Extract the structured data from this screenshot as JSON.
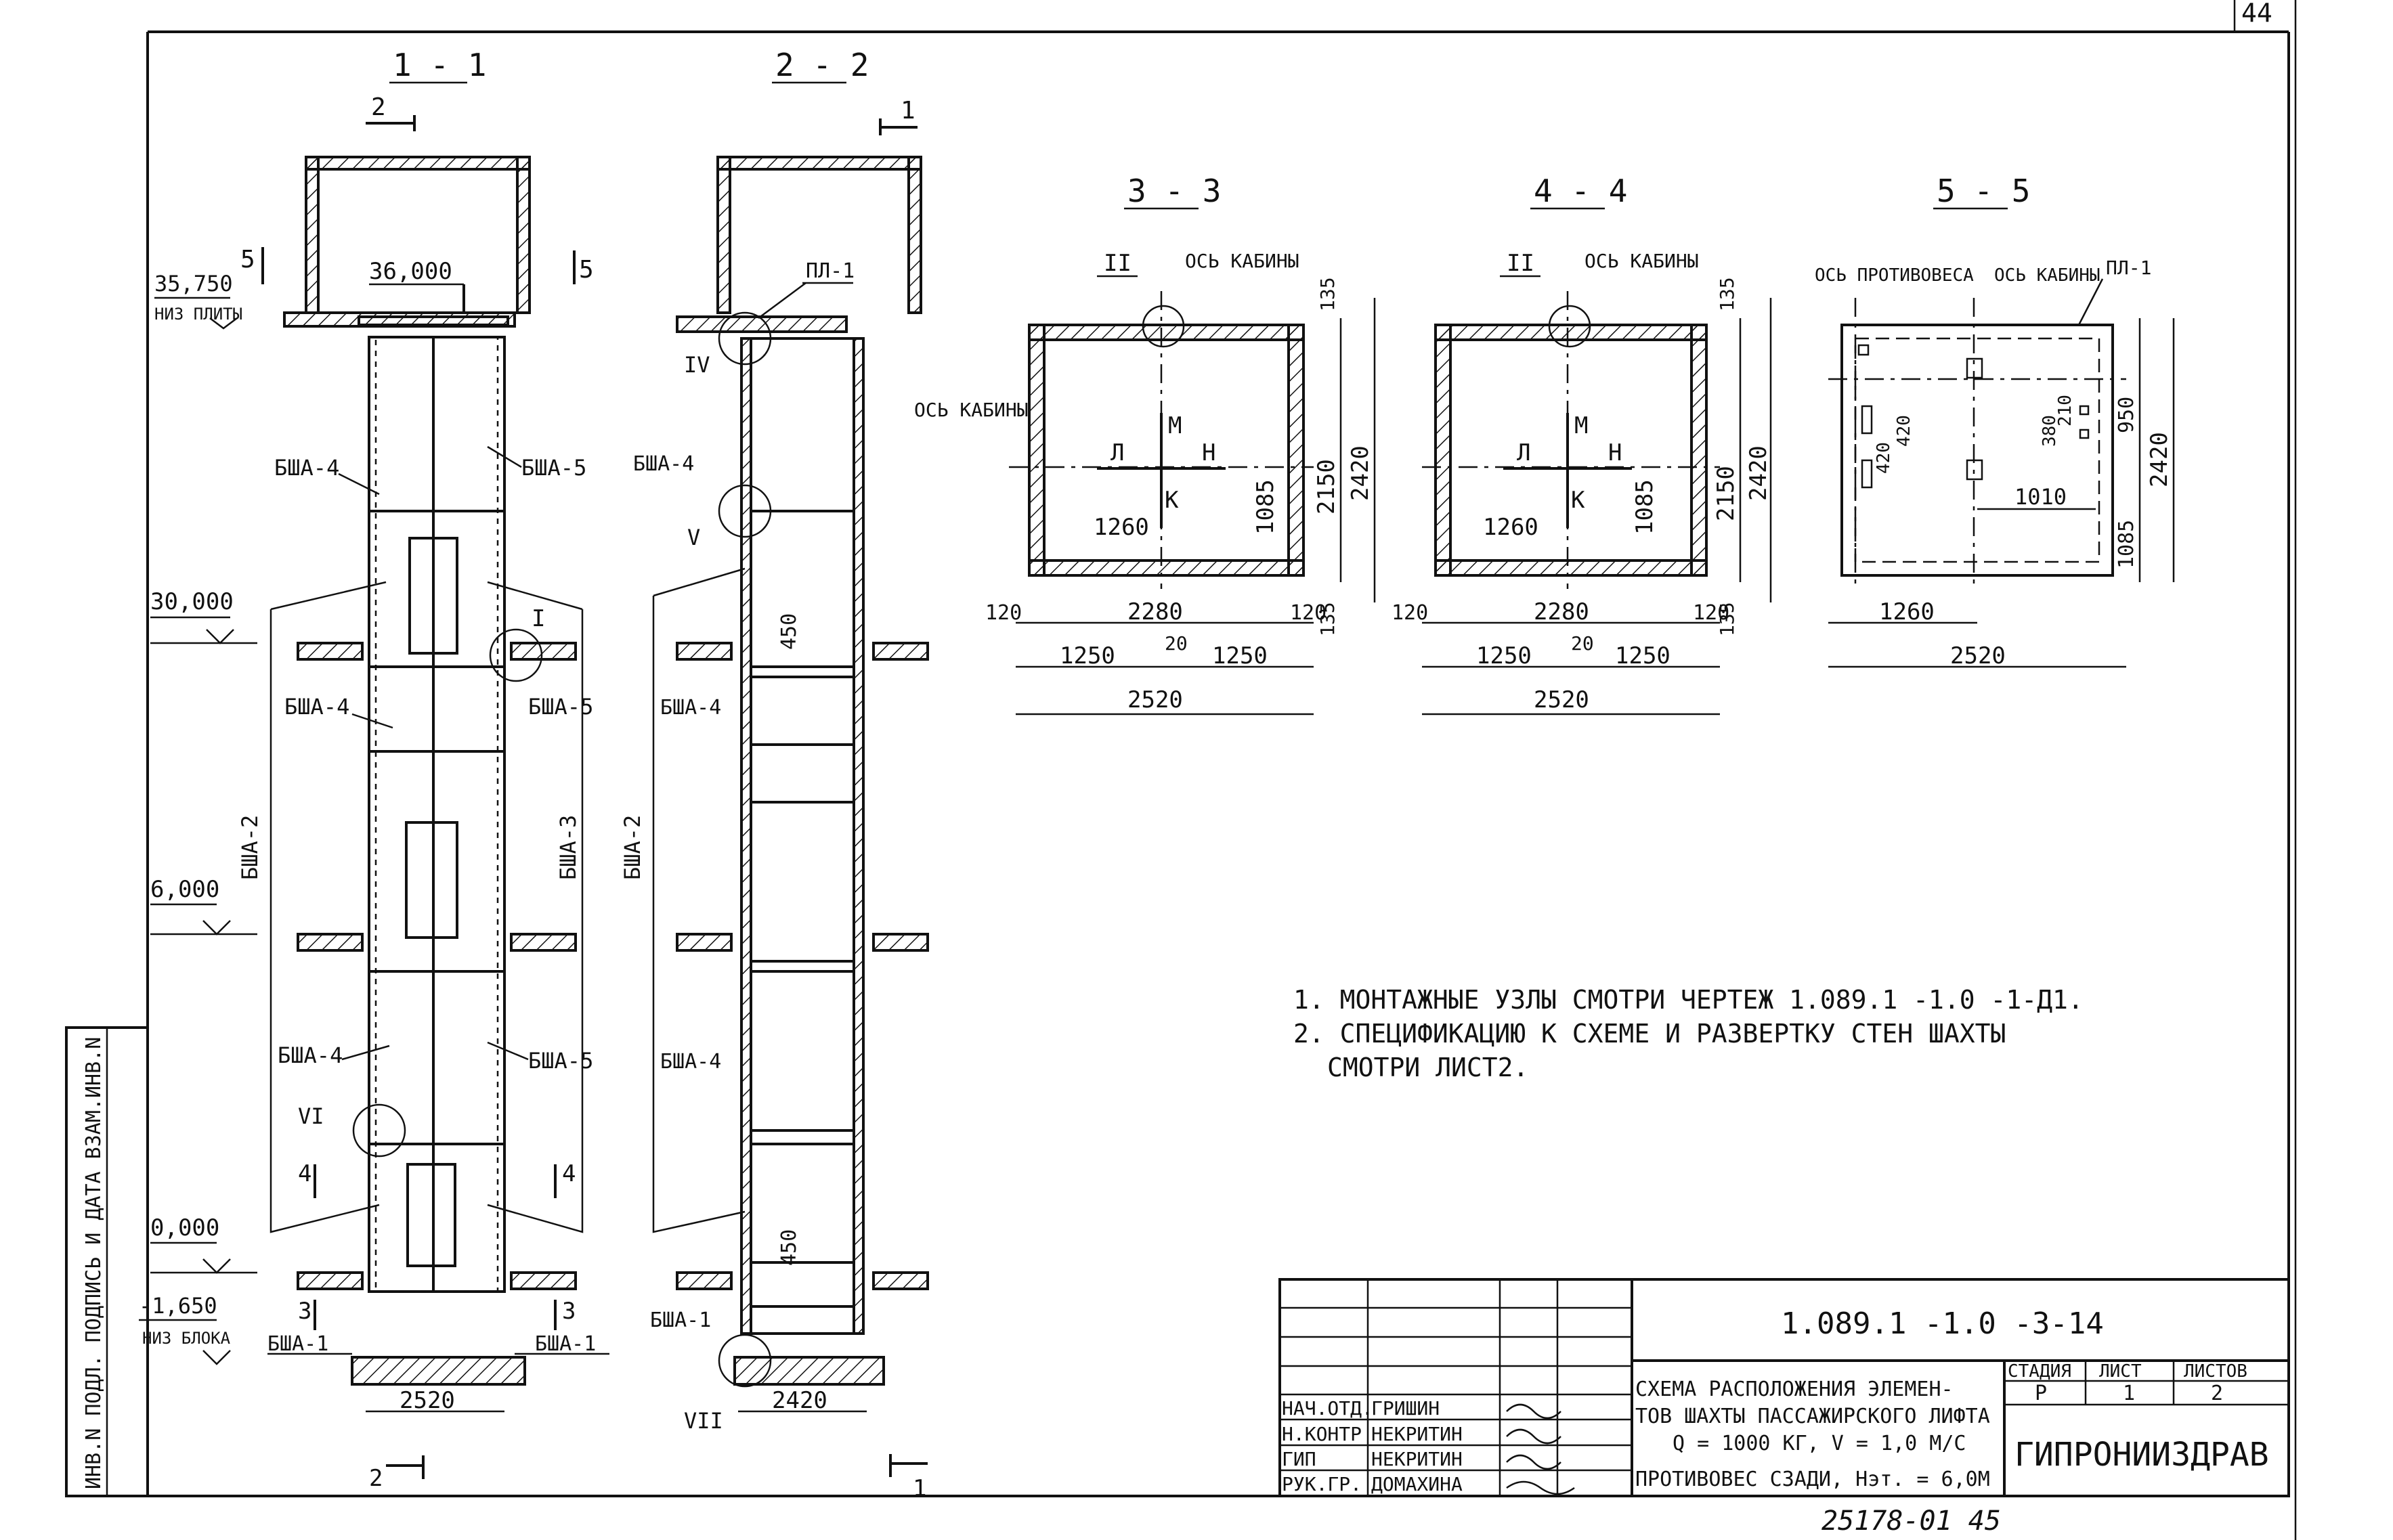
{
  "sheet": {
    "number": "44",
    "doc_code": "1.089.1 -1.0 -3-14",
    "title_lines": [
      "СХЕМА РАСПОЛОЖЕНИЯ ЭЛЕМЕН-",
      "ТОВ ШАХТЫ ПАССАЖИРСКОГО ЛИФТА",
      "Q = 1000 КГ, V = 1,0 М/С",
      "ПРОТИВОВЕС СЗАДИ, Нэт. = 6,0М"
    ],
    "stage_header": [
      "СТАДИЯ",
      "ЛИСТ",
      "ЛИСТОВ"
    ],
    "stage_values": [
      "Р",
      "1",
      "2"
    ],
    "org": "ГИПРОНИИЗДРАВ",
    "bottom_code": "25178-01  45",
    "side_stamp": "ИНВ.N ПОДЛ. ПОДПИСЬ И ДАТА ВЗАМ.ИНВ.N",
    "signatures": [
      {
        "role": "НАЧ.ОТД.",
        "name": "ГРИШИН"
      },
      {
        "role": "Н.КОНТР",
        "name": "НЕКРИТИН"
      },
      {
        "role": "ГИП",
        "name": "НЕКРИТИН"
      },
      {
        "role": "РУК.ГР.",
        "name": "ДОМАХИНА"
      }
    ]
  },
  "notes": [
    "1. МОНТАЖНЫЕ   УЗЛЫ  СМОТРИ  ЧЕРТЕЖ  1.089.1 -1.0 -1-Д1.",
    "2. СПЕЦИФИКАЦИЮ   К СХЕМЕ И РАЗВЕРТКУ СТЕН ШАХТЫ",
    "СМОТРИ ЛИСТ2."
  ],
  "sections": {
    "s11": {
      "title": "1 - 1",
      "cut_top": "2",
      "cut_bottom": "2",
      "elevations": [
        {
          "value": "35,750",
          "sub": "НИЗ ПЛИТЫ"
        },
        {
          "value": "30,000",
          "sub": ""
        },
        {
          "value": "6,000",
          "sub": ""
        },
        {
          "value": "0,000",
          "sub": ""
        },
        {
          "value": "-1,650",
          "sub": "НИЗ БЛОКА"
        }
      ],
      "top_level": "36,000",
      "labels": [
        "БША-4",
        "БША-5",
        "БША-4",
        "БША-5",
        "БША-4",
        "БША-5",
        "БША-2",
        "БША-3",
        "БША-1",
        "БША-1"
      ],
      "section_marks": [
        "5",
        "5",
        "4",
        "4",
        "3",
        "3"
      ],
      "node_marks": [
        "I",
        "VI"
      ],
      "width": "2520"
    },
    "s22": {
      "title": "2 - 2",
      "cut_top": "1",
      "cut_bottom": "1",
      "plate": "ПЛ-1",
      "labels": [
        "БША-4",
        "БША-4",
        "БША-4",
        "БША-1",
        "БША-2"
      ],
      "node_marks": [
        "IV",
        "V",
        "VII"
      ],
      "dims": [
        "450",
        "450"
      ],
      "width": "2420"
    },
    "s33": {
      "title": "3 - 3",
      "axis_top": "ОСЬ КАБИНЫ",
      "axis_left": "ОСЬ КАБИНЫ",
      "node": "II",
      "dir": [
        "Л",
        "М",
        "Н",
        "К"
      ],
      "inner": [
        "1260",
        "1085"
      ],
      "bottom": [
        "120",
        "2280",
        "120",
        "1250",
        "20",
        "1250",
        "2520"
      ],
      "right": [
        "135",
        "2150",
        "2420",
        "135"
      ]
    },
    "s44": {
      "title": "4 - 4",
      "axis_top": "ОСЬ КАБИНЫ",
      "node": "II",
      "dir": [
        "Л",
        "М",
        "Н",
        "К"
      ],
      "inner": [
        "1260",
        "1085"
      ],
      "bottom": [
        "120",
        "2280",
        "120",
        "1250",
        "20",
        "1250",
        "2520"
      ],
      "right": [
        "135",
        "2150",
        "2420",
        "135"
      ]
    },
    "s55": {
      "title": "5 - 5",
      "axis_a": "ОСЬ ПРОТИВОВЕСА",
      "axis_b": "ОСЬ КАБИНЫ",
      "plate": "ПЛ-1",
      "dims_in": [
        "420",
        "420",
        "380",
        "210",
        "1010"
      ],
      "right": [
        "950",
        "1085",
        "2420"
      ],
      "bottom": [
        "1260",
        "2520"
      ]
    }
  }
}
